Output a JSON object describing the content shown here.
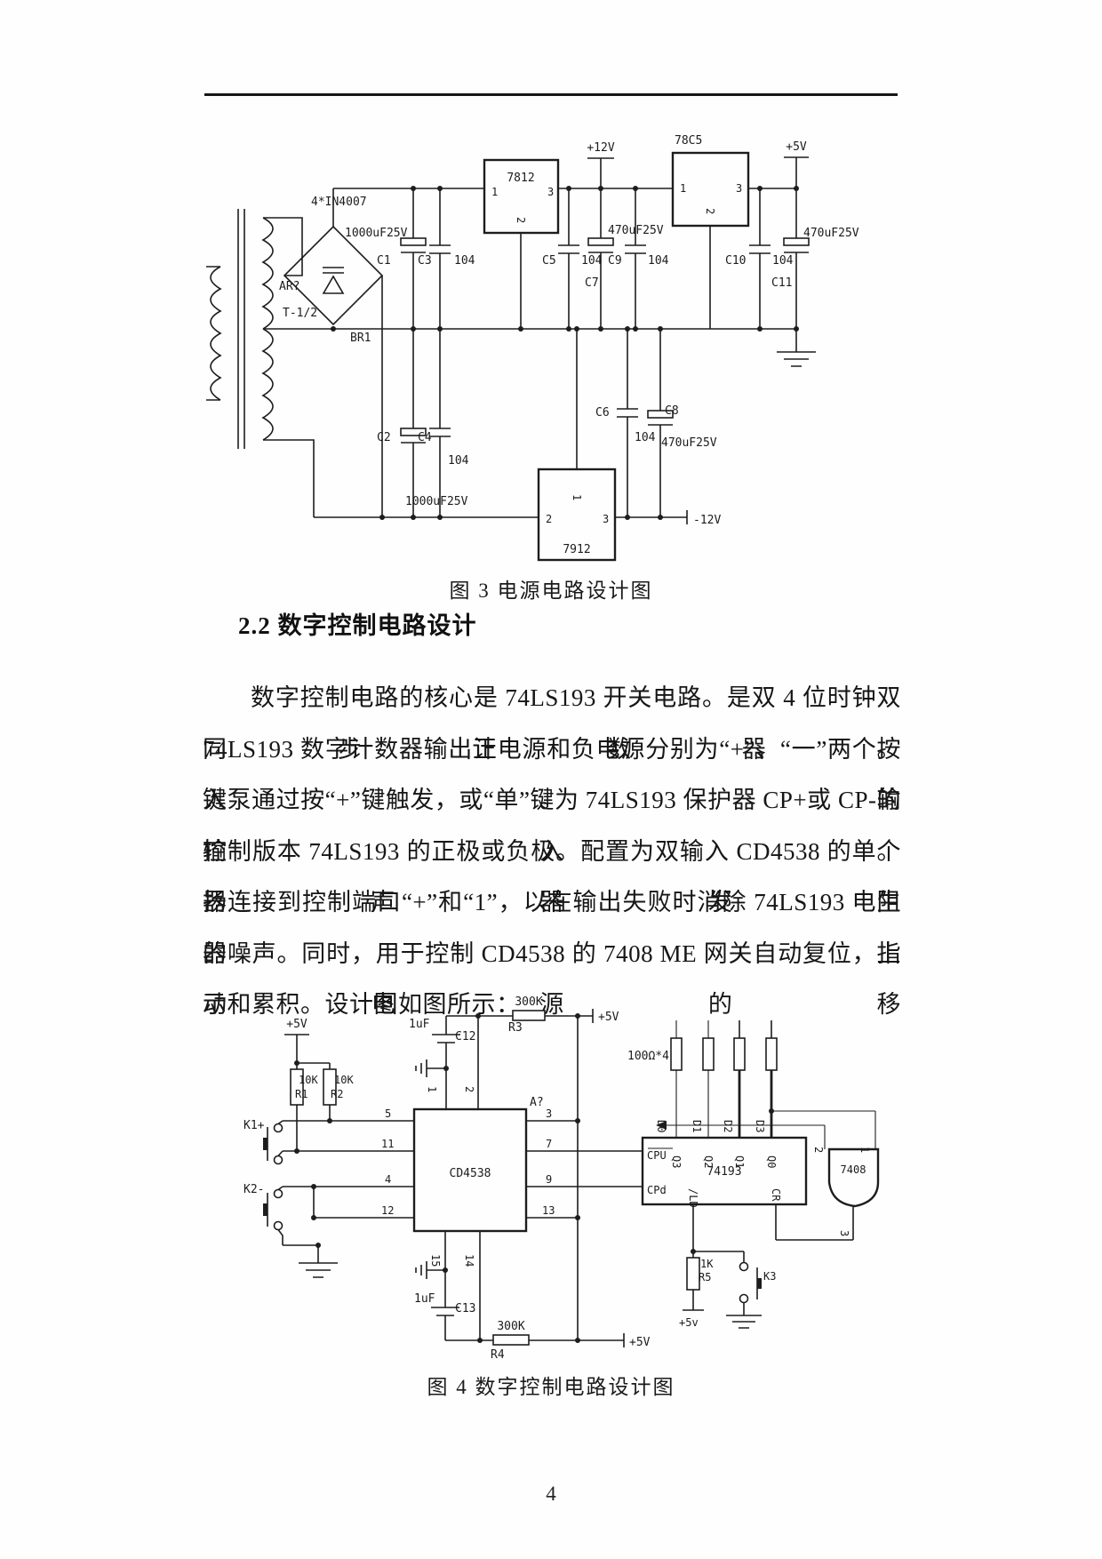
{
  "page": {
    "number": "4"
  },
  "section_heading": "2.2 数字控制电路设计",
  "body": {
    "line1": "数字控制电路的核心是 74LS193 开关电路。是双 4 位时钟双同步计数器。",
    "line2": "74LS193 数字计数器输出正电源和负电源分别为“+”、“一”两个按键。输",
    "line3": "入泵通过按“+”键触发，或“单”键为 74LS193 保护器 CP+或 CP-的输入。",
    "line4": "控制版本 74LS193 的正极或负极。配置为双输入 CD4538 的单个扬声器发生",
    "line5": "器连接到控制端口“+”和“1”，以在输出失败时消除 74LS193 电阻器上",
    "line6": "的噪声。同时，用于控制 CD4538 的 7408 ME 网关自动复位，指示电源的移",
    "line7": "动和累积。设计图如图所示："
  },
  "fig3": {
    "caption": "图 3 电源电路设计图",
    "labels": {
      "diodes": "4*IN4007",
      "ar": "AR?",
      "t12": "T-1/2",
      "br1": "BR1",
      "u1_name": "7812",
      "u1_p1": "1",
      "u1_p2": "2",
      "u1_p3": "3",
      "u2_name": "78C5",
      "u2_p1": "1",
      "u2_p2": "2",
      "u2_p3": "3",
      "u3_name": "7912",
      "u3_p1": "1",
      "u3_p2": "2",
      "u3_p3": "3",
      "v_plus12": "+12V",
      "v_plus5": "+5V",
      "v_minus12": "-12V",
      "c1": "C1",
      "c1_val": "1000uF25V",
      "c2": "C2",
      "c2_val": "1000uF25V",
      "c3": "C3",
      "c3_val": "104",
      "c4": "C4",
      "c4_val": "104",
      "c5": "C5",
      "c5_val": "104",
      "c6": "C6",
      "c6_val": "104",
      "c7": "C7",
      "c7_val": "470uF25V",
      "c8": "C8",
      "c8_val": "470uF25V",
      "c9": "C9",
      "c9_val": "104",
      "c10": "C10",
      "c10_val": "104",
      "c11": "C11",
      "c11_val": "470uF25V"
    }
  },
  "fig4": {
    "caption": "图 4 数字控制电路设计图",
    "labels": {
      "v5_tl": "+5V",
      "v5_tr": "+5V",
      "v5_br": "+5V",
      "v5_r5": "+5v",
      "r1": "R1",
      "r1_val": "10K",
      "r2": "R2",
      "r2_val": "10K",
      "r3": "R3",
      "r3_val": "300K",
      "r4": "R4",
      "r4_val": "300K",
      "r5": "R5",
      "r5_val": "1K",
      "rpack": "100Ω*4",
      "c12": "C12",
      "c12_val": "1uF",
      "c13": "C13",
      "c13_val": "1uF",
      "k1": "K1+",
      "k2": "K2-",
      "k3": "K3",
      "u1_name": "CD4538",
      "a_mark": "A?",
      "u2_name": "74193",
      "u3_name": "7408",
      "cpu": "CPU",
      "cpd": "CPd",
      "ld": "/LD",
      "cr": "CR",
      "q0": "Q0",
      "q1": "Q1",
      "q2": "Q2",
      "q3": "Q3",
      "d0": "D0",
      "d1": "D1",
      "d2": "D2",
      "d3": "D3",
      "p1": "1",
      "p2": "2",
      "p3": "3",
      "p4": "4",
      "p5": "5",
      "p7": "7",
      "p9": "9",
      "p11": "11",
      "p12": "12",
      "p13": "13",
      "p14": "14",
      "p15": "15",
      "g1": "1",
      "g2": "2",
      "g3": "3"
    }
  }
}
